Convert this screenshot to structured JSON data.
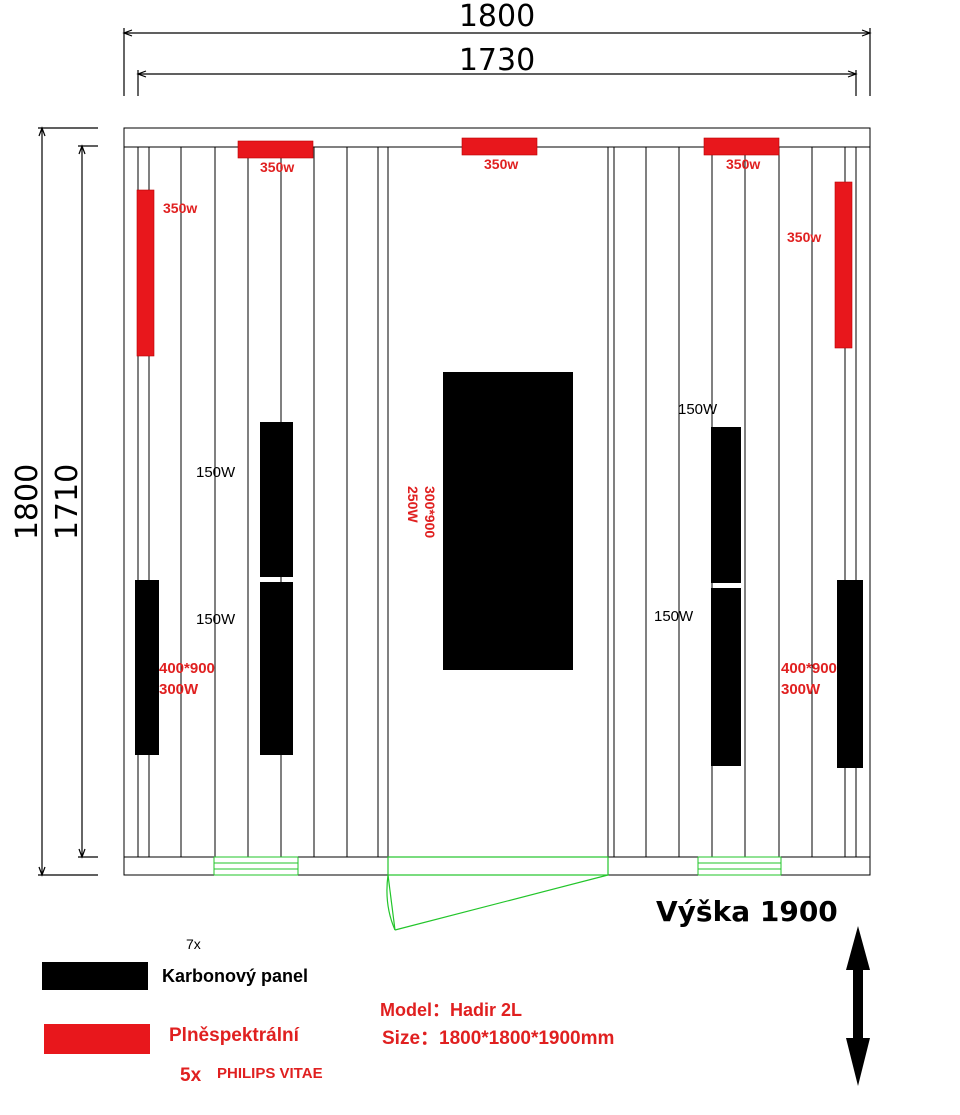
{
  "dimensions": {
    "outer_width": "1800",
    "inner_width": "1730",
    "outer_depth": "1800",
    "inner_depth": "1710"
  },
  "height_label": "Výška 1900",
  "labels": {
    "top_left_heater": "350w",
    "top_center_heater": "350w",
    "top_right_heater": "350w",
    "left_wall_heater": "350w",
    "right_wall_heater": "350w",
    "carbon_left_upper": "150W",
    "carbon_left_lower": "150W",
    "carbon_right_upper": "150W",
    "carbon_right_lower": "150W",
    "carbon_center_size": "300*900",
    "carbon_center_power": "250W",
    "carbon_left_side_size": "400*900",
    "carbon_left_side_power": "300W",
    "carbon_right_side_size": "400*900",
    "carbon_right_side_power": "300W"
  },
  "legend": {
    "carbon_count": "7x",
    "carbon_label": "Karbonový panel",
    "full_spectrum_label": "Plněspektrální",
    "full_spectrum_count": "5x",
    "full_spectrum_brand": "PHILIPS VITAE"
  },
  "model": {
    "model_line": "Model：Hadir 2L",
    "size_line": "Size：1800*1800*1900mm"
  },
  "colors": {
    "heater_red": "#e8171c",
    "carbon_black": "#000000",
    "glass_green": "#22c52a",
    "line": "#000000"
  }
}
